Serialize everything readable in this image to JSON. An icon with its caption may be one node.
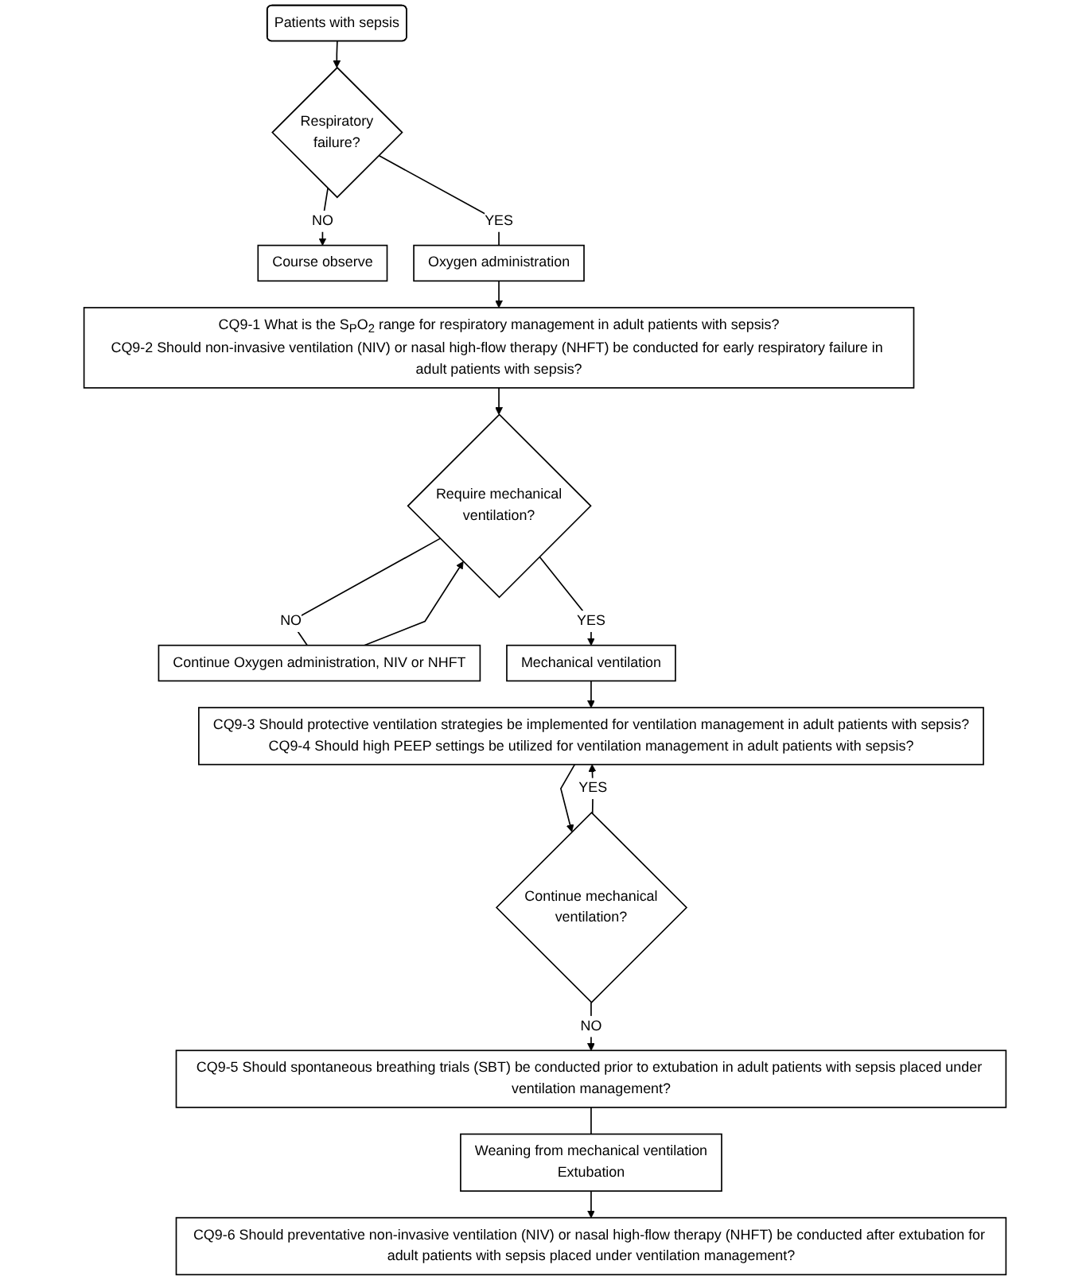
{
  "diagram": {
    "nodes": [
      {
        "text": [
          "Patients with sepsis"
        ]
      },
      {
        "text": [
          "Respiratory failure?"
        ]
      },
      {
        "text": [
          "Course observe"
        ]
      },
      {
        "text": [
          "Oxygen administration"
        ]
      },
      {
        "text": [
          "CQ9-1 What is the S$_{P}$O$_{2}$ range for respiratory management in adult patients with sepsis?",
          "CQ9-2 Should non-invasive ventilation (NIV) or nasal high-flow therapy (NHFT) be conducted for early respiratory failure in adult patients with sepsis?"
        ]
      },
      {
        "text": [
          "Continue Oxygen administration, NIV or NHFT"
        ]
      },
      {
        "text": [
          "Require mechanical ventilation?"
        ]
      },
      {
        "text": [
          "Mechanical ventilation"
        ]
      },
      {
        "text": [
          "CQ9-3 Should protective ventilation strategies be implemented for ventilation management in adult patients with sepsis?",
          "CQ9-4 Should high PEEP settings be utilized for ventilation management in adult patients with sepsis?"
        ]
      },
      {
        "text": [
          "Continue mechanical ventilation?"
        ]
      },
      {
        "text": [
          "CQ9-5 Should spontaneous breathing trials (SBT) be conducted prior to extubation in adult patients with sepsis placed under ventilation management?"
        ]
      },
      {
        "text": [
          "Weaning from mechanical ventilation",
          "Extubation"
        ]
      },
      {
        "text": [
          "CQ9-6 Should preventative non-invasive ventilation (NIV) or nasal high-flow therapy (NHFT) be conducted after extubation for adult patients with sepsis placed under ventilation management?"
        ]
      }
    ],
    "edges": [
      {
        "from": 0,
        "to": 1,
        "arrow": "to"
      },
      {
        "from": 1,
        "to": 2,
        "arrow": "to",
        "label": "NO"
      },
      {
        "from": 1,
        "to": 3,
        "arrow": "none",
        "label": "YES"
      },
      {
        "from": 3,
        "to": 4,
        "arrow": "to"
      },
      {
        "from": 4,
        "to": 6,
        "arrow": "to"
      },
      {
        "from": 6,
        "to": 5,
        "arrow": "none",
        "label": "NO"
      },
      {
        "from": 5,
        "to": 6,
        "arrow": "to"
      },
      {
        "from": 6,
        "to": 7,
        "arrow": "to",
        "label": "YES"
      },
      {
        "from": 7,
        "to": 8,
        "arrow": "to"
      },
      {
        "from": 8,
        "to": 9,
        "arrow": "to"
      },
      {
        "from": 9,
        "to": 8,
        "arrow": "to",
        "label": "YES"
      },
      {
        "from": 9,
        "to": 10,
        "arrow": "to",
        "label": "NO"
      },
      {
        "from": 10,
        "to": 11,
        "arrow": "none"
      },
      {
        "from": 11,
        "to": 12,
        "arrow": "to"
      }
    ]
  }
}
